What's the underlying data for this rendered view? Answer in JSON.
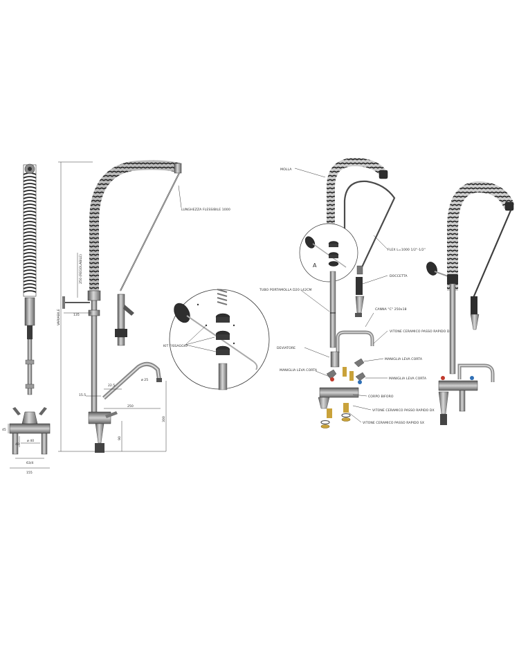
{
  "dimensions": {
    "total_height": "VARIABILE",
    "spring_length": "250 (REGOLABILE)",
    "offset_135": "135",
    "spout_22_5": "22.5",
    "spout_15_5": "15.5",
    "reach_250": "250",
    "spout_angle": "ø 25",
    "height_300": "300",
    "height_90": "90",
    "base_45": "45",
    "base_40": "40",
    "base_18": "ø 40",
    "base_spacing": "63/4",
    "base_width": "155"
  },
  "labels": {
    "flexible_length": "LUNGHEZZA FLESSIBILE 1000",
    "fixing_kit": "KIT FISSAGGIO",
    "detail_a": "A",
    "spring": "MOLLA",
    "flex_hose": "FLEX L=1000 1/2\"-1/2\"",
    "spring_tube": "TUBO PORTAMOLLA D20 L42CM",
    "nozzle": "DOCCETTA",
    "spout_c": "CANNA \"C\" 250x18",
    "valve_right": "VITONE CERAMICO PASSO RAPIDO DX",
    "diverter": "DEVIATORE",
    "lever_short_left": "MANIGLIA LEVA CORTA",
    "lever_short_r1": "MANIGLIA LEVA CORTA",
    "lever_short_r2": "MANIGLIA LEVA CORTA",
    "body": "CORPO BIFORO",
    "valve_dx": "VITONE CERAMICO PASSO RAPIDO DX",
    "valve_sx": "VITONE CERAMICO PASSO RAPIDO SX"
  },
  "colors": {
    "metal": "#8c8c8c",
    "dark_part": "#2e2e2e",
    "brass": "#c9a23a",
    "red_handle": "#c0392b",
    "blue_handle": "#2f6fb5"
  }
}
